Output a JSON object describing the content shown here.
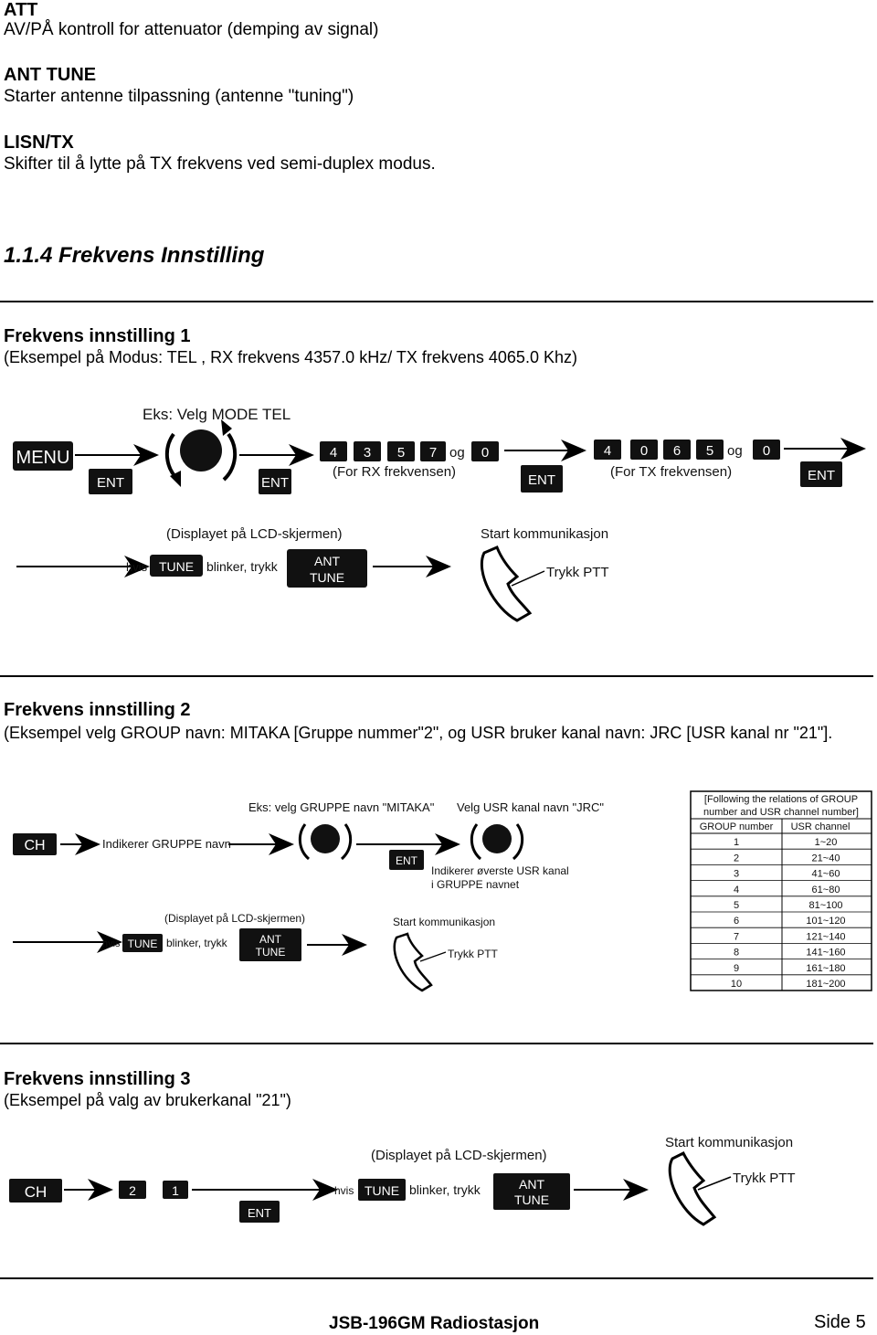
{
  "defs": [
    {
      "term": "ATT",
      "desc": "AV/PÅ kontroll for attenuator (demping av signal)"
    },
    {
      "term": "ANT TUNE",
      "desc": "Starter antenne tilpassning (antenne \"tuning\")"
    },
    {
      "term": "LISN/TX",
      "desc": "Skifter til å lytte på TX frekvens ved semi-duplex modus."
    }
  ],
  "heading": "1.1.4  Frekvens Innstilling",
  "s1": {
    "title": "Frekvens innstilling 1",
    "desc": "(Eksempel på Modus: TEL , RX frekvens 4357.0 kHz/ TX frekvens 4065.0 Khz)",
    "eks": "Eks: Velg MODE TEL",
    "menu": "MENU",
    "ent": "ENT",
    "rx_keys": [
      "4",
      "3",
      "5",
      "7"
    ],
    "tx_keys": [
      "4",
      "0",
      "6",
      "5"
    ],
    "zero": "0",
    "og": "og",
    "for_rx": "(For RX frekvensen)",
    "for_tx": "(For TX frekvensen)",
    "display_label": "(Displayet på LCD-skjermen)",
    "hvis": "hvis",
    "tune": "TUNE",
    "blinker": "blinker, trykk",
    "ant": "ANT",
    "tune2": "TUNE",
    "start": "Start kommunikasjon",
    "ptt": "Trykk PTT"
  },
  "s2": {
    "title": "Frekvens innstilling 2",
    "desc": "(Eksempel velg GROUP navn: MITAKA [Gruppe nummer\"2\", og USR bruker kanal navn: JRC [USR kanal nr \"21\"].",
    "eks_group": "Eks: velg GRUPPE navn \"MITAKA\"",
    "eks_usr": "Velg USR kanal navn \"JRC\"",
    "ch": "CH",
    "ind_group": "Indikerer GRUPPE navn",
    "ent": "ENT",
    "ind_usr_1": "Indikerer øverste USR kanal",
    "ind_usr_2": "i GRUPPE navnet",
    "display_label": "(Displayet på LCD-skjermen)",
    "hvis": "hvis",
    "tune": "TUNE",
    "blinker": "blinker, trykk",
    "ant": "ANT",
    "tune2": "TUNE",
    "start": "Start kommunikasjon",
    "ptt": "Trykk PTT",
    "table": {
      "caption_1": "[Following the relations of GROUP",
      "caption_2": "number and USR channel number]",
      "col_1": "GROUP number",
      "col_2": "USR channel",
      "rows": [
        [
          "1",
          "1~20"
        ],
        [
          "2",
          "21~40"
        ],
        [
          "3",
          "41~60"
        ],
        [
          "4",
          "61~80"
        ],
        [
          "5",
          "81~100"
        ],
        [
          "6",
          "101~120"
        ],
        [
          "7",
          "121~140"
        ],
        [
          "8",
          "141~160"
        ],
        [
          "9",
          "161~180"
        ],
        [
          "10",
          "181~200"
        ]
      ]
    }
  },
  "s3": {
    "title": "Frekvens innstilling 3",
    "desc": "(Eksempel på valg av brukerkanal \"21\")",
    "ch": "CH",
    "k1": "2",
    "k2": "1",
    "ent": "ENT",
    "display_label": "(Displayet på LCD-skjermen)",
    "hvis": "hvis",
    "tune": "TUNE",
    "blinker": "blinker, trykk",
    "ant": "ANT",
    "tune2": "TUNE",
    "start": "Start kommunikasjon",
    "ptt": "Trykk PTT"
  },
  "footer": {
    "doc": "JSB-196GM Radiostasjon",
    "page": "Side 5"
  }
}
